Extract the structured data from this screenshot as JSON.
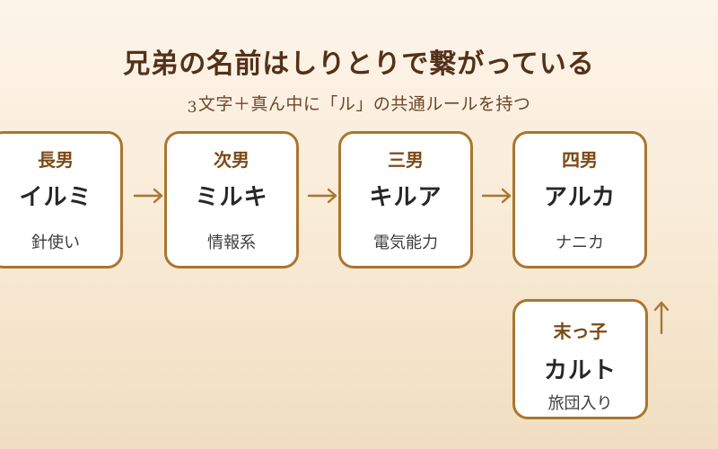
{
  "header": {
    "title": "兄弟の名前はしりとりで繋がっている",
    "subtitle_prefix": "3",
    "subtitle_rest": "文字＋真ん中に「ル」の共通ルールを持つ"
  },
  "cards": [
    {
      "label": "長男",
      "name": "イルミ",
      "desc": "針使い"
    },
    {
      "label": "次男",
      "name": "ミルキ",
      "desc": "情報系"
    },
    {
      "label": "三男",
      "name": "キルア",
      "desc": "電気能力"
    },
    {
      "label": "四男",
      "name": "アルカ",
      "desc": "ナニカ"
    },
    {
      "label": "末っ子",
      "name": "カルト",
      "desc": "旅団入り"
    }
  ],
  "icons": {
    "right_arrow": "→",
    "up_arrow": "↑"
  },
  "colors": {
    "background_top": "#fdf4e9",
    "background_bottom": "#f1dec1",
    "card_background": "#ffffff",
    "card_border": "#a9762e",
    "arrow": "#a9762e",
    "title_text": "#54311a",
    "subtitle_text": "#6e4529",
    "label_text": "#7c4a16",
    "name_text": "#272727",
    "desc_text": "#3c3c3c"
  }
}
